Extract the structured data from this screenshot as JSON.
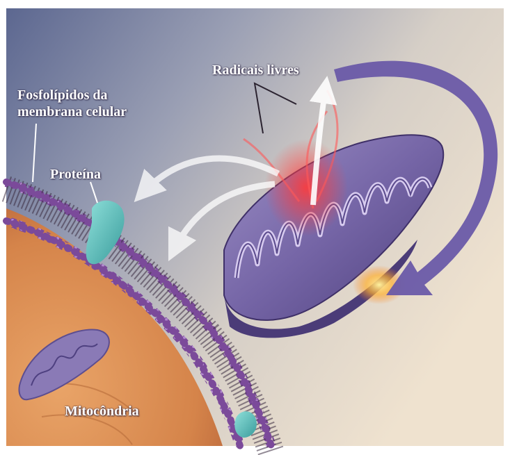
{
  "labels": {
    "radicais_livres": "Radicais livres",
    "fosfolipidos_line1": "Fosfolípidos da",
    "fosfolipidos_line2": "membrana celular",
    "proteina": "Proteína",
    "mitocondria": "Mitocôndria"
  },
  "colors": {
    "background": "#d8cfc6",
    "membrane_bead": "#7b4a9a",
    "cell_interior": "#d98a4e",
    "protein": "#5fc2bf",
    "mitochondrion": "#7a6aa6",
    "free_radicals": "#e8424a",
    "label_text": "#ffffff"
  }
}
